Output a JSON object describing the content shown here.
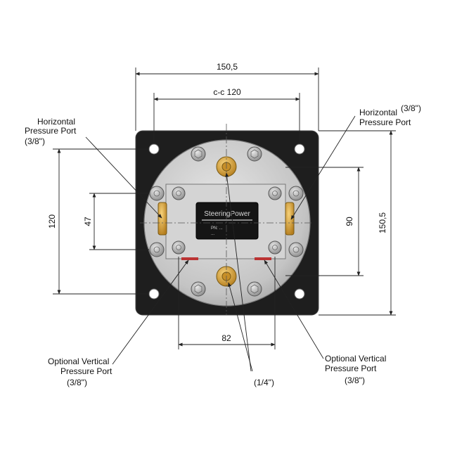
{
  "dimensions": {
    "overall_width": "150,5",
    "center_to_center": "c-c 120",
    "overall_height": "150,5",
    "hole_spacing_vertical": "120",
    "inner_height_47": "47",
    "inner_height_90": "90",
    "inner_width_82": "82"
  },
  "labels": {
    "horizontal_port_left": [
      "Horizontal",
      "Pressure Port",
      "(3/8\")"
    ],
    "horizontal_port_right": [
      "Horizontal",
      "Pressure Port",
      "(3/8\")"
    ],
    "optional_vertical_left": [
      "Optional Vertical",
      "Pressure Port",
      "(3/8\")"
    ],
    "optional_vertical_right": [
      "Optional Vertical",
      "Pressure Port",
      "(3/8\")"
    ],
    "quarter_inch": "(1/4\")"
  },
  "nameplate": {
    "brand": "SteeringPower",
    "line1": "PN:  ...",
    "line2": "..."
  },
  "colors": {
    "mount_plate": "#1e1e1e",
    "body": "#c9c9c9",
    "brass": "#d9a23a",
    "bolt": "#9a9a9a",
    "line": "#222222"
  }
}
